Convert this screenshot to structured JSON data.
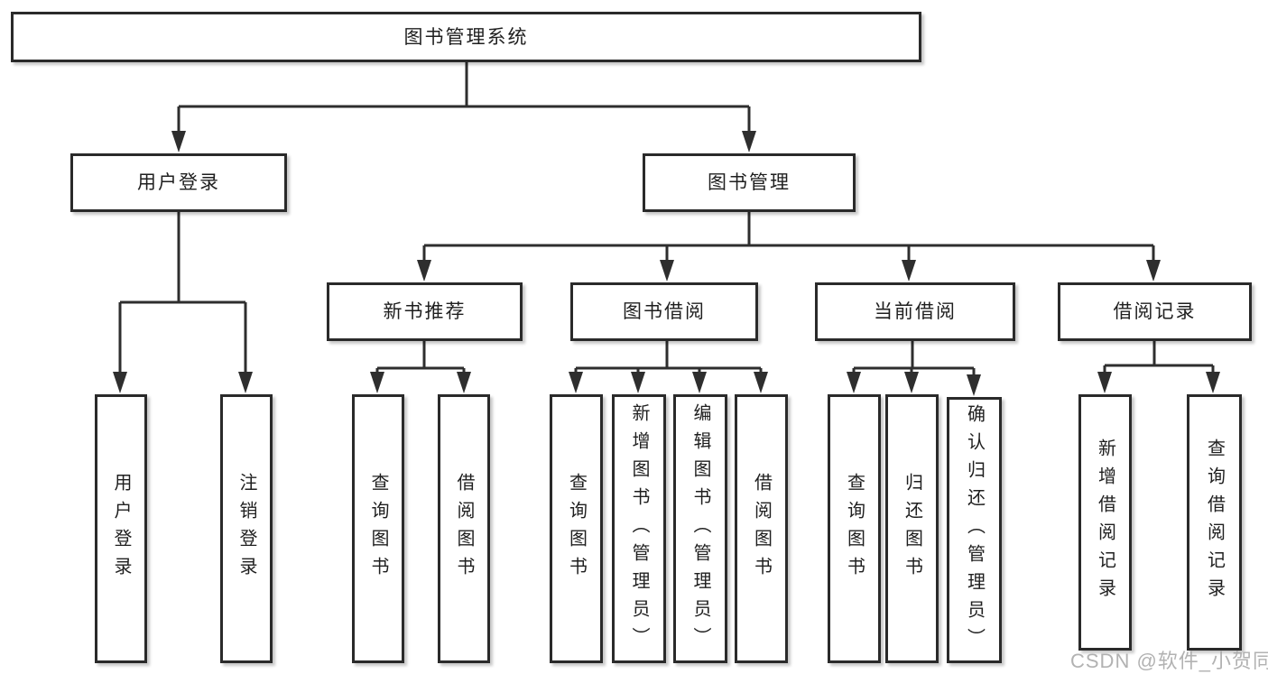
{
  "diagram": {
    "root": "图书管理系统",
    "branches": {
      "user_login": "用户登录",
      "book_mgmt": "图书管理"
    },
    "modules": {
      "new_books": "新书推荐",
      "book_borrow": "图书借阅",
      "current_borrow": "当前借阅",
      "borrow_records": "借阅记录"
    },
    "leaves": {
      "user_login": [
        "用户登录",
        "注销登录"
      ],
      "new_books": [
        "查询图书",
        "借阅图书"
      ],
      "book_borrow": [
        "查询图书",
        "新增图书（管理员）",
        "编辑图书（管理员）",
        "借阅图书"
      ],
      "current_borrow": [
        "查询图书",
        "归还图书",
        "确认归还（管理员）"
      ],
      "borrow_records": [
        "新增借阅记录",
        "查询借阅记录"
      ]
    }
  },
  "watermark": "CSDN @软件_小贺同学",
  "colors": {
    "line": "#2e2e2e",
    "border": "#2a2a2a",
    "text": "#1f1f1f",
    "background": "#ffffff",
    "watermark": "#a5a5a5"
  }
}
